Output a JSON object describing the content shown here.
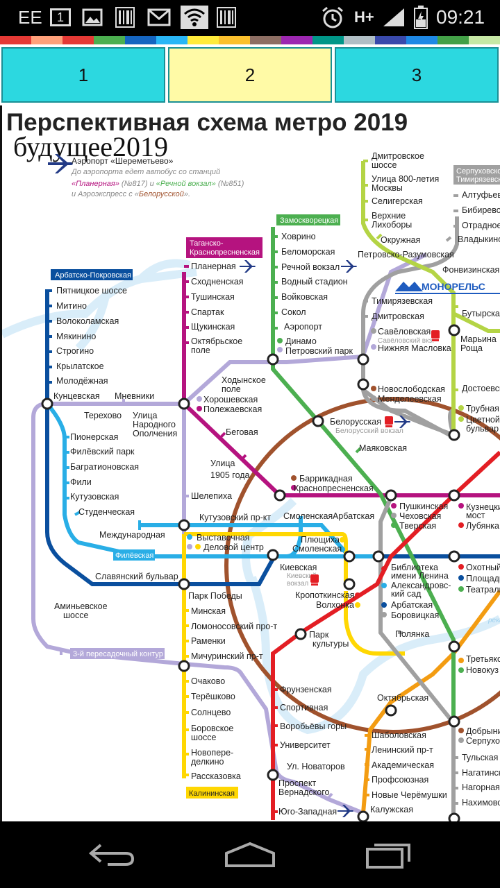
{
  "status_bar": {
    "carrier": "EE",
    "sim_badge": "1",
    "network": "H+",
    "time": "09:21"
  },
  "colors": {
    "strip": [
      "#e53935",
      "#ffa07a",
      "#e53935",
      "#4caf50",
      "#1565c0",
      "#29b6f6",
      "#ffeb3b",
      "#fbc02d",
      "#8d6e63",
      "#9c27b0",
      "#009688",
      "#b0bec5",
      "#3949ab",
      "#1e88e5",
      "#43a047",
      "#c6e8a5"
    ],
    "tab_default": "#2cd8e0",
    "tab_active": "#fffaa6"
  },
  "tabs": [
    {
      "label": "1",
      "active": false
    },
    {
      "label": "2",
      "active": true
    },
    {
      "label": "3",
      "active": false
    }
  ],
  "map": {
    "title": "Перспективная схема метро 2019",
    "subtitle": "будущее2019",
    "airport_note": {
      "name": "Аэропорт «Шереметьево»",
      "line1": "До аэропорта едет автобус со станций",
      "line2a": "«Планерная»",
      "line2b": " (№817) и ",
      "line2c": "«Речной вокзал»",
      "line2d": " (№851)",
      "line3a": "и Аэроэкспресс с «",
      "line3b": "Белорусской",
      "line3c": "»."
    },
    "line_labels": {
      "arbatsko": "Арбатско-Покровская",
      "tagansko1": "Таганско-",
      "tagansko2": "Краснопресненская",
      "zamoskv": "Замоскворецкая",
      "serpukh1": "Серпуховско-",
      "serpukh2": "Тимирязевская",
      "filevskaya": "Филёвская",
      "kalininskaya": "Калининская",
      "third_contour": "3-й пересадочный контур",
      "monorail": "МОНОРЕЛЬС"
    },
    "stations": {
      "dmitrovskoe1": "Дмитровское",
      "dmitrovskoe2": "шоссе",
      "ulitsa800_1": "Улица 800-летия",
      "ulitsa800_2": "Москвы",
      "seligerskaya": "Селигерская",
      "verkhnie1": "Верхние",
      "verkhnie2": "Лихоборы",
      "okruzhnaya": "Окружная",
      "petrovsko": "Петровско-Разумовская",
      "fonvizinskaya": "Фонвизинская",
      "altufevo": "Алтуфьево",
      "bibirevo": "Бибирево",
      "otradnoe": "Отрадное",
      "vladykino": "Владыкино",
      "butyrskaya": "Бутырская",
      "maryina1": "Марьина",
      "maryina2": "Роща",
      "dostoevskaya": "Достоевская",
      "trubnaya": "Трубная",
      "tsvetnoy1": "Цветной",
      "tsvetnoy2": "бульвар",
      "timiryazevskaya": "Тимирязевская",
      "dmitrovskaya": "Дмитровская",
      "savelovskaya": "Савёловская",
      "savelovsky_vkz": "Савёловский вкз.",
      "nizhnyaya": "Нижняя Масловка",
      "novoslobodskaya": "Новослободская",
      "mendeleevskaya": "Менделеевская",
      "khovrino": "Ховрино",
      "belomorskaya": "Беломорская",
      "rechnoy": "Речной вокзал",
      "vodny": "Водный стадион",
      "voykovskaya": "Войковская",
      "sokol": "Сокол",
      "aeroport": "Аэропорт",
      "dinamo": "Динамо",
      "petrovsky_park": "Петровский парк",
      "planernaya": "Планерная",
      "skhodnenskaya": "Сходненская",
      "tushinskaya": "Тушинская",
      "spartak": "Спартак",
      "shchukinskaya": "Щукинская",
      "oktyabrskoe1": "Октябрьское",
      "oktyabrskoe2": "поле",
      "khodynskoe1": "Ходынское",
      "khodynskoe2": "поле",
      "khoroshevskaya": "Хорошевская",
      "polezhaevskaya": "Полежаевская",
      "begovaya": "Беговая",
      "ulitsa1905_1": "Улица",
      "ulitsa1905_2": "1905 года",
      "shelepikha": "Шелепиха",
      "belorusskaya": "Белорусская",
      "belorussky_vkz": "Белорусский вокзал",
      "mayakovskaya": "Маяковская",
      "barrikadnaya": "Баррикадная",
      "krasnopresnenskaya": "Краснопресненская",
      "pushkinskaya": "Пушкинская",
      "chekhovskaya": "Чеховская",
      "tverskaya": "Тверская",
      "kuznetsky1": "Кузнецкий",
      "kuznetsky2": "мост",
      "lubyanka": "Лубянка",
      "pyatnitskoe": "Пятницкое шоссе",
      "mitino": "Митино",
      "volokolamskaya": "Волоколамская",
      "myakinino": "Мякинино",
      "strogino": "Строгино",
      "krylatskoe": "Крылатское",
      "molodezhnaya": "Молодёжная",
      "kuntsevskaya": "Кунцевская",
      "mnevniki": "Мневники",
      "terekhovo": "Терехово",
      "narodnogo1": "Улица",
      "narodnogo2": "Народного",
      "narodnogo3": "Ополчения",
      "pionerskaya": "Пионерская",
      "filevsky_park": "Филёвский парк",
      "bagrationovskaya": "Багратионовская",
      "fili": "Фили",
      "kutuzovskaya": "Кутузовская",
      "studencheskaya": "Студенческая",
      "mezhdunarodnaya": "Международная",
      "kutuzovsky_pr": "Кутузовский пр-кт",
      "vystavochnaya": "Выставочная",
      "delovoy": "Деловой центр",
      "smolenskaya_top": "Смоленская",
      "arbatskaya_top": "Арбатская",
      "plyushchikha": "Плющиха",
      "smolenskaya": "Смоленская",
      "kievskaya": "Киевская",
      "kievsky_vkz1": "Киевский",
      "kievsky_vkz2": "вокзал",
      "kropotkinskaya": "Кропоткинская",
      "volkhonka": "Волхонка",
      "biblioteka1": "Библиотека",
      "biblioteka2": "имени Ленина",
      "aleksandrovsky1": "Александровс-",
      "aleksandrovsky2": "кий сад",
      "arbatskaya": "Арбатская",
      "borovitskaya": "Боровицкая",
      "okhotny": "Охотный",
      "ploshchad": "Площадь",
      "teatralnaya": "Театраль",
      "slavyansky": "Славянский бульвар",
      "park_pobedy": "Парк Победы",
      "minskaya": "Минская",
      "lomonosovsky": "Ломоносовский про-т",
      "ramenki": "Раменки",
      "michurinsky": "Мичуринский пр-т",
      "aminyevskoe1": "Аминьевское",
      "aminyevskoe2": "шоссе",
      "park_kultury1": "Парк",
      "park_kultury2": "культуры",
      "polyanka": "Полянка",
      "tretyakovskaya": "Третьяко",
      "novokuz": "Новокуз",
      "ochakovo": "Очаково",
      "tereshkovo": "Терёшково",
      "solntsevo": "Солнцево",
      "borovskoe1": "Боровское",
      "borovskoe2": "шоссе",
      "novoperedelkino1": "Новопере-",
      "novoperedelkino2": "делкино",
      "rasskazovka": "Рассказовка",
      "frunzenskaya": "Фрунзенская",
      "sportivnaya": "Спортивная",
      "vorobyovy": "Воробьёвы горы",
      "universitet": "Университет",
      "prospekt_vern1": "Проспект",
      "prospekt_vern2": "Вернадского",
      "yugo_zapadnaya": "Юго-Западная",
      "novatorov": "Ул. Новаторов",
      "oktyabrskaya": "Октябрьская",
      "shabolovskaya": "Шаболовская",
      "leninsky": "Ленинский пр-т",
      "akademicheskaya": "Академическая",
      "profsoyuznaya": "Профсоюзная",
      "novye_cher": "Новые Черёмушки",
      "kaluzhskaya": "Калужская",
      "dobryninskaya": "Добрынин",
      "serpukhovskaya": "Серпухов",
      "tulskaya": "Тульская",
      "nagatinskaya": "Нагатинск",
      "nagornaya": "Нагорная",
      "nakhimovsky": "Нахимовс",
      "river": "река"
    }
  }
}
